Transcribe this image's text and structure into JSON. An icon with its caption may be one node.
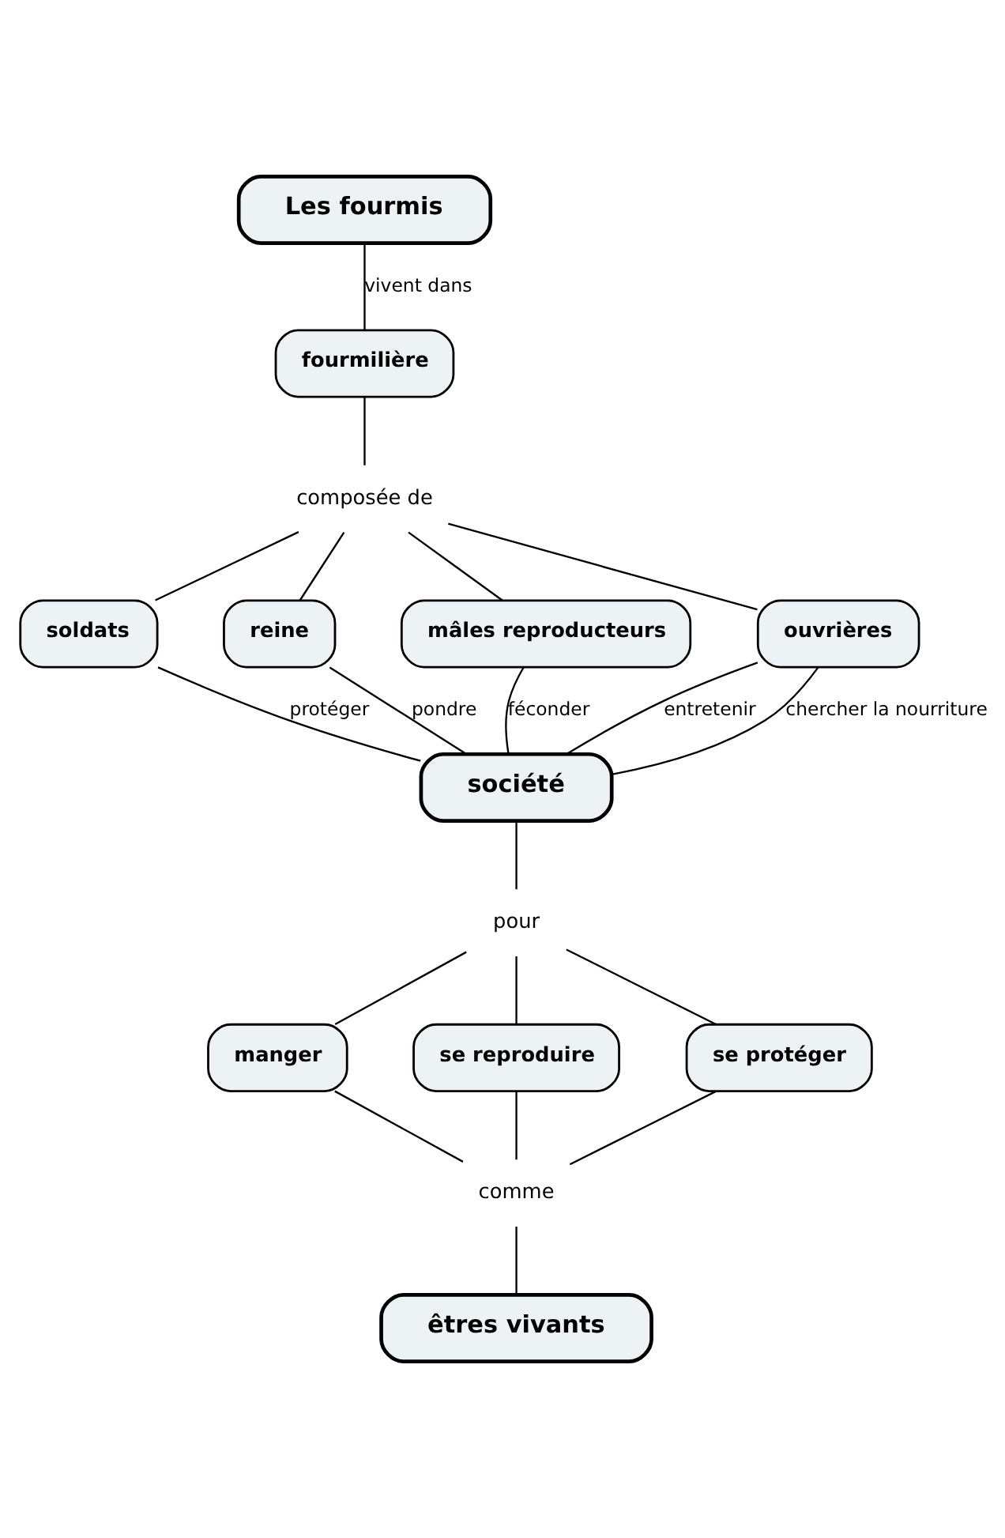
{
  "diagram": {
    "nodes": [
      {
        "text": [
          "Les fourmis"
        ]
      },
      {
        "text": [
          "fourmilière"
        ]
      },
      {
        "text": [
          "composée de"
        ]
      },
      {
        "text": [
          "soldats"
        ]
      },
      {
        "text": [
          "reine"
        ]
      },
      {
        "text": [
          "mâles reproducteurs"
        ]
      },
      {
        "text": [
          "ouvrières"
        ]
      },
      {
        "text": [
          "société"
        ]
      },
      {
        "text": [
          "pour"
        ]
      },
      {
        "text": [
          "manger"
        ]
      },
      {
        "text": [
          "se reproduire"
        ]
      },
      {
        "text": [
          "se protéger"
        ]
      },
      {
        "text": [
          "comme"
        ]
      },
      {
        "text": [
          "êtres vivants"
        ]
      }
    ],
    "edges": [
      {
        "from": 0,
        "to": 1,
        "arrow": "none",
        "label": "vivent dans"
      },
      {
        "from": 1,
        "to": 2,
        "arrow": "none"
      },
      {
        "from": 2,
        "to": 3,
        "arrow": "none"
      },
      {
        "from": 2,
        "to": 4,
        "arrow": "none"
      },
      {
        "from": 2,
        "to": 5,
        "arrow": "none"
      },
      {
        "from": 2,
        "to": 6,
        "arrow": "none"
      },
      {
        "from": 3,
        "to": 7,
        "arrow": "none",
        "label": "protéger"
      },
      {
        "from": 4,
        "to": 7,
        "arrow": "none",
        "label": "pondre"
      },
      {
        "from": 5,
        "to": 7,
        "arrow": "none",
        "label": "féconder"
      },
      {
        "from": 6,
        "to": 7,
        "arrow": "none",
        "label": "entretenir"
      },
      {
        "from": 6,
        "to": 7,
        "arrow": "none",
        "label": "chercher la nourriture"
      },
      {
        "from": 7,
        "to": 8,
        "arrow": "none"
      },
      {
        "from": 8,
        "to": 9,
        "arrow": "none"
      },
      {
        "from": 8,
        "to": 10,
        "arrow": "none"
      },
      {
        "from": 8,
        "to": 11,
        "arrow": "none"
      },
      {
        "from": 9,
        "to": 12,
        "arrow": "none"
      },
      {
        "from": 10,
        "to": 12,
        "arrow": "none"
      },
      {
        "from": 11,
        "to": 12,
        "arrow": "none"
      },
      {
        "from": 12,
        "to": 13,
        "arrow": "none"
      }
    ]
  }
}
